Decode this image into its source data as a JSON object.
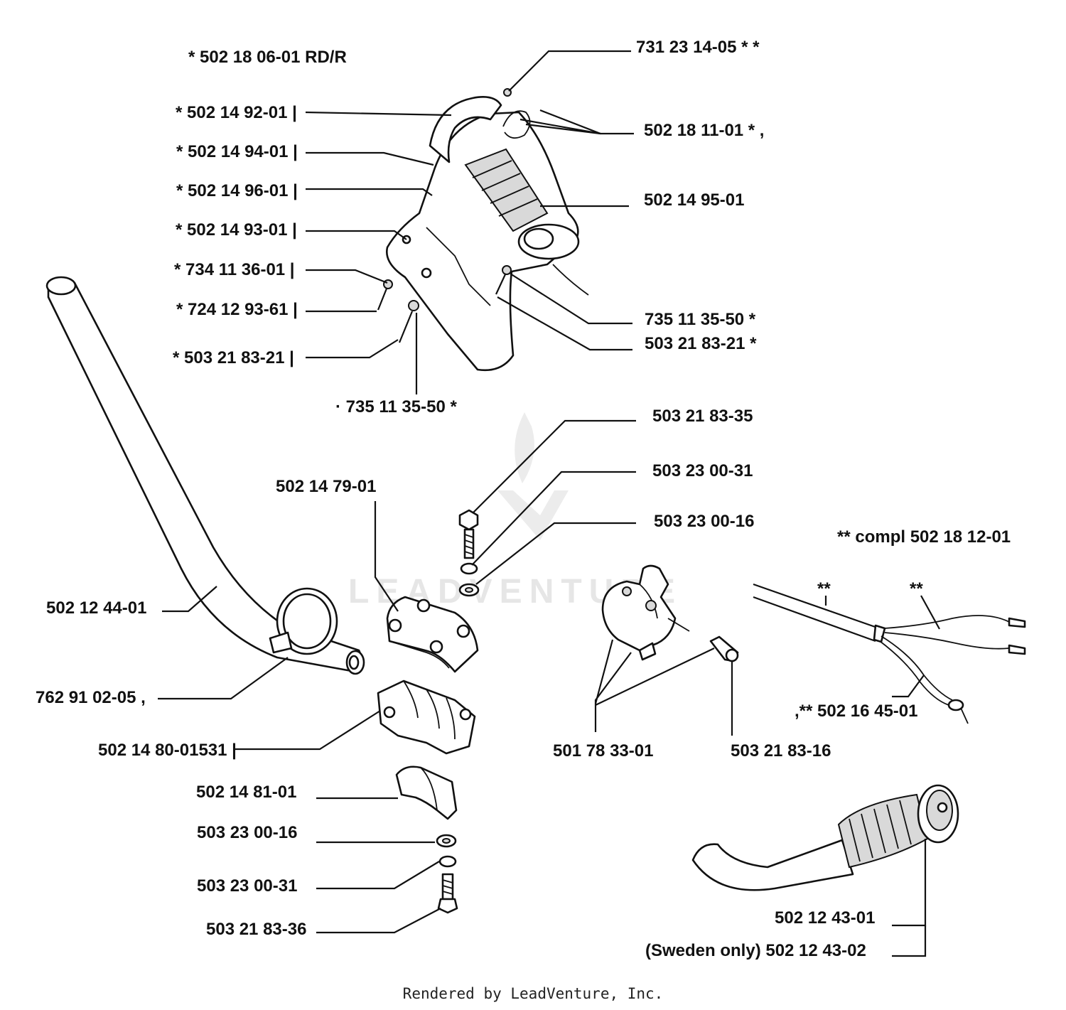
{
  "watermark": "LEADVENTURE",
  "footer": "Rendered by LeadVenture, Inc.",
  "labels": {
    "rdr": "*            502 18 06-01 RD/R",
    "p731": "731 23 14-05  * *",
    "p92": "*  502 14 92-01 |",
    "p1811": "502 18 11-01  * ,",
    "p94": "*  502 14 94-01 |",
    "p96": "*  502 14 96-01 |",
    "p95": "502 14 95-01",
    "p93": "*  502 14 93-01 |",
    "p734": "*  734 11 36-01 |",
    "p724": "*  724 12 93-61 |",
    "p73550r": "735 11 35-50  *",
    "p50321r": "503 21 83-21  *",
    "p50321l": "*  503 21 83-21 |",
    "p73550b": "·  735 11 35-50  *",
    "p35": "503 21 83-35",
    "p79": "502 14 79-01",
    "p3100a": "503 23 00-31",
    "p1600a": "503 23 00-16",
    "compl": "**  compl 502 18 12-01",
    "starA": "**",
    "starB": "**",
    "p1244": "502 12 44-01",
    "p762": "762 91 02-05  ,",
    "p1645": ",**  502 16 45-01",
    "p80": "502 14 80-01531 |",
    "p501": "501 78 33-01",
    "p16": "503 21 83-16",
    "p81": "502 14 81-01",
    "p1600b": "503 23 00-16",
    "p3100b": "503 23 00-31",
    "p36": "503 21 83-36",
    "p1243": "502 12 43-01",
    "sweden": "(Sweden only) 502 12 43-02"
  }
}
